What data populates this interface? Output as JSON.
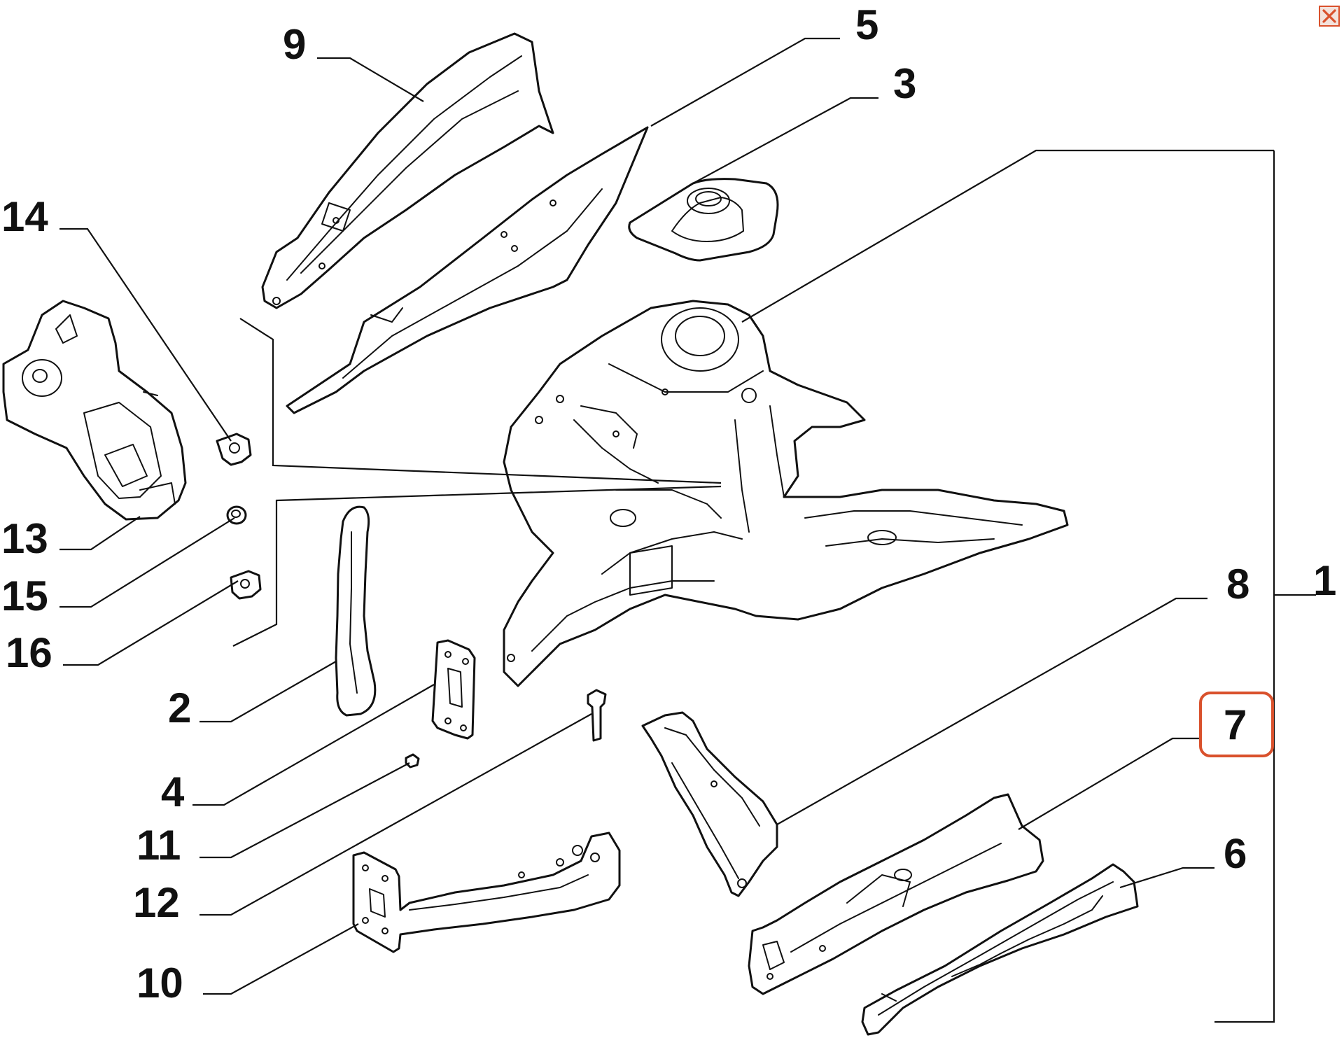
{
  "colors": {
    "line": "#111111",
    "highlight": "#d9512c",
    "background": "#ffffff"
  },
  "toolbar": {
    "close_icon": "close-icon"
  },
  "callouts": {
    "n1": "1",
    "n2": "2",
    "n3": "3",
    "n4": "4",
    "n5": "5",
    "n6": "6",
    "n7": "7",
    "n8": "8",
    "n9": "9",
    "n10": "10",
    "n11": "11",
    "n12": "12",
    "n13": "13",
    "n14": "14",
    "n15": "15",
    "n16": "16"
  },
  "highlighted_callout": "7"
}
